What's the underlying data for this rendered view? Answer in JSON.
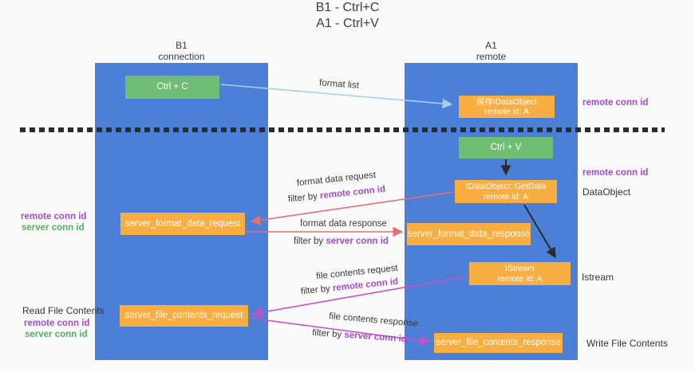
{
  "title": {
    "line1": "B1 - Ctrl+C",
    "line2": "A1 - Ctrl+V"
  },
  "columns": {
    "left": {
      "name": "B1",
      "subtitle": "connection"
    },
    "right": {
      "name": "A1",
      "subtitle": "remote"
    }
  },
  "nodes": {
    "ctrl_c": "Ctrl + C",
    "ctrl_v": "Ctrl + V",
    "save_idataobject": {
      "line1": "保存IDataObject",
      "line2": "remote id: A"
    },
    "getdata": {
      "line1": "IDataObject::GetData",
      "line2": "remote id: A"
    },
    "istream": {
      "line1": "IStream",
      "line2": "remote id: A"
    },
    "format_request": "server_format_data_request",
    "format_response": "server_format_data_response",
    "file_request": "server_file_contents_request",
    "file_response": "server_file_contents_response"
  },
  "arrow_labels": {
    "format_list": "format list",
    "format_data_request": {
      "line": "format data request",
      "filter_prefix": "filter by ",
      "filter_keyword": "remote conn id"
    },
    "format_data_response": {
      "line": "format data response",
      "filter_prefix": "filter by ",
      "filter_keyword": "server conn id"
    },
    "file_contents_request": {
      "line": "file contents request",
      "filter_prefix": "filter by ",
      "filter_keyword": "remote conn id"
    },
    "file_contents_response": {
      "line": "file contents response",
      "filter_prefix": "filter by ",
      "filter_keyword": "server conn id"
    }
  },
  "side_labels": {
    "right_remote_conn_top": "remote conn id",
    "right_remote_conn_mid": "remote conn id",
    "right_dataobject": "DataObject",
    "right_istream": "Istream",
    "right_write_file": "Write File Contents",
    "left_remote_conn_1": "remote conn id",
    "left_server_conn_1": "server conn id",
    "left_read_file": "Read File Contents",
    "left_remote_conn_2": "remote conn id",
    "left_server_conn_2": "server conn id"
  },
  "colors": {
    "column-blue": "#4c80d8",
    "box-green": "#6fbe74",
    "box-orange": "#f9ae42",
    "accent-purple": "#a24bc8",
    "accent-green": "#53ae5e",
    "arrow-red": "#e57070",
    "arrow-magenta": "#c84fc4",
    "arrow-lightblue": "#a9cdec",
    "arrow-black": "#2b2b2b",
    "text-dark": "#3a3a3a",
    "background": "#fafafa"
  }
}
